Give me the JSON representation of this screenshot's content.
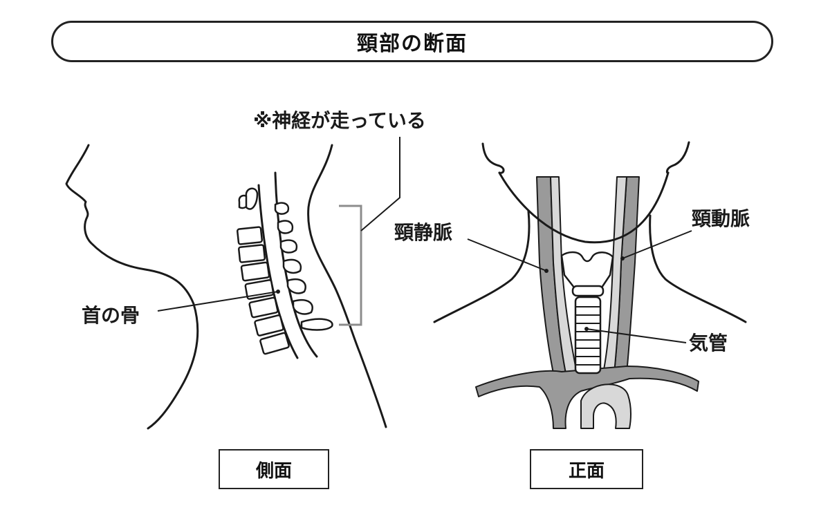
{
  "title": "頸部の断面",
  "labels": {
    "nerve_note": "※神経が走っている",
    "neck_bone": "首の骨",
    "jugular_vein": "頸静脈",
    "carotid_artery": "頸動脈",
    "trachea": "気管"
  },
  "captions": {
    "side": "側面",
    "front": "正面"
  },
  "colors": {
    "line": "#1a1a1a",
    "vessel_dark": "#9a9a9a",
    "vessel_light": "#d8d8d8",
    "bracket": "#8c8c8c"
  }
}
